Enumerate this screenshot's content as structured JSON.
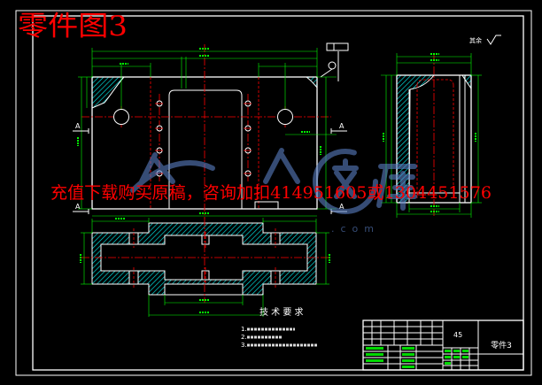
{
  "drawing_title": "零件图3",
  "surface_roughness_note": "其余",
  "section_marks": [
    "A",
    "A",
    "A",
    "A"
  ],
  "technical_requirements": {
    "heading": "技 术 要 求",
    "items": [
      "1.",
      "2.",
      "3."
    ]
  },
  "title_block": {
    "material": "45",
    "part_name": "零件3"
  },
  "watermark": {
    "text": "充值下载购买原稿，咨询加扣414951605或1304451576",
    "logo_text": "人人文库",
    "logo_domain": ".com"
  },
  "colors": {
    "background": "#000000",
    "outline": "#ffffff",
    "centerline": "#ff0000",
    "dimension": "#00ff00",
    "hatch": "#00e6e6",
    "title": "#ff0000",
    "watermark_text": "#ff0000",
    "watermark_logo": "#5a7fc4"
  }
}
